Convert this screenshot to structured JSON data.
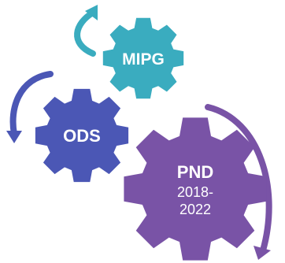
{
  "colors": {
    "mipg": "#3aacbf",
    "ods": "#4b57b5",
    "pnd": "#7953a6",
    "arrow_mipg": "#3aacbf",
    "arrow_ods": "#4b57b5",
    "arrow_pnd": "#7953a6",
    "text": "#ffffff"
  },
  "gears": {
    "mipg": {
      "label": "MIPG"
    },
    "ods": {
      "label": "ODS"
    },
    "pnd": {
      "label": "PND",
      "sub_line1": "2018-",
      "sub_line2": "2022"
    }
  },
  "arrows": {
    "mipg": {
      "icon": "curved-arrow-icon"
    },
    "ods": {
      "icon": "curved-arrow-icon"
    },
    "pnd": {
      "icon": "curved-arrow-icon"
    }
  }
}
